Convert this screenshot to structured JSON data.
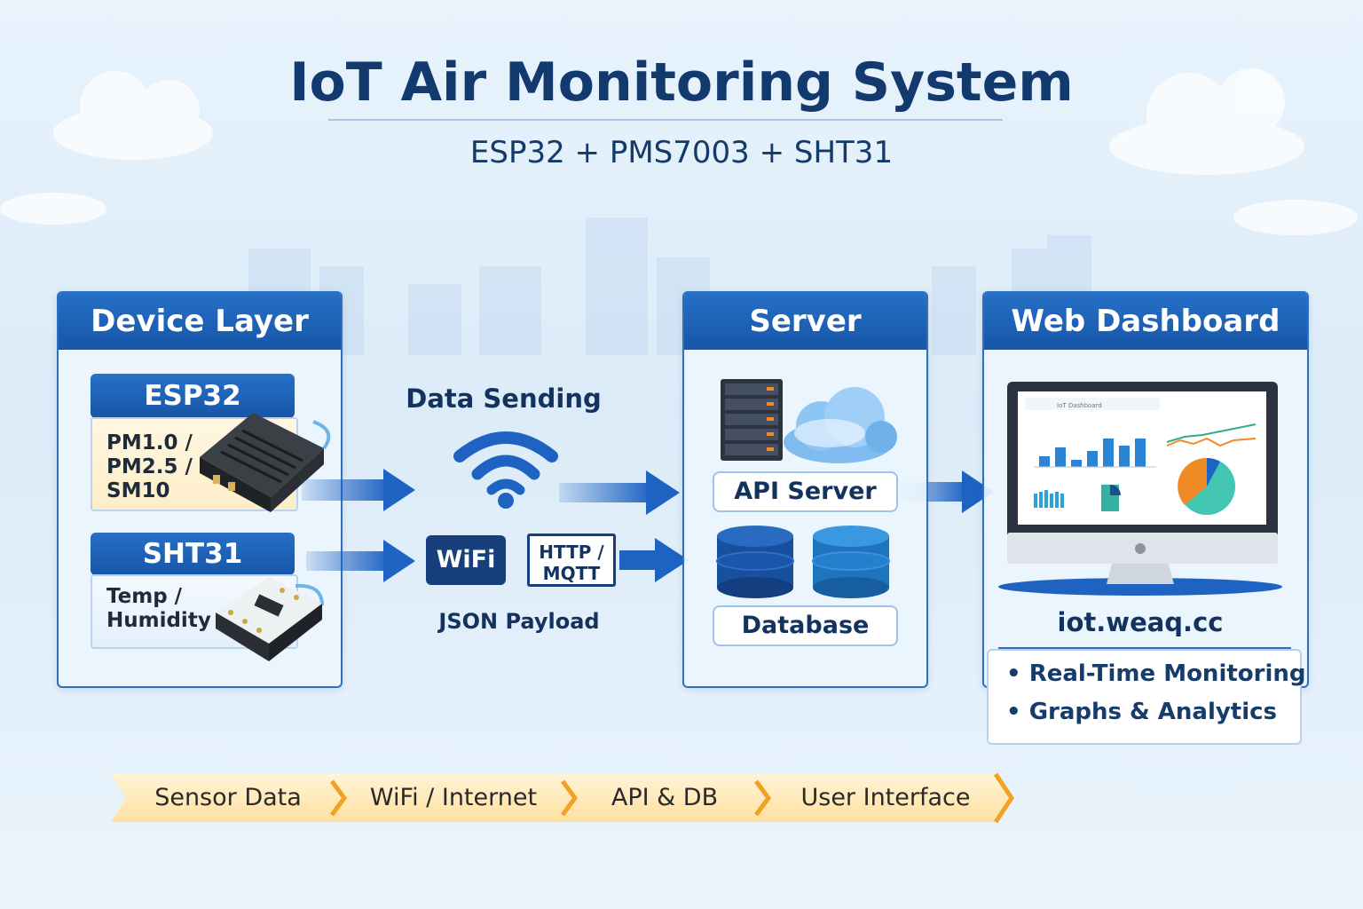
{
  "header": {
    "title": "IoT Air Monitoring System",
    "subtitle": "ESP32 + PMS7003 + SHT31"
  },
  "device_layer": {
    "title": "Device Layer",
    "esp32": {
      "label": "ESP32",
      "readings": [
        "PM1.0 /",
        "PM2.5 /",
        "SM10"
      ]
    },
    "sht31": {
      "label": "SHT31",
      "readings": [
        "Temp /",
        "Humidity"
      ]
    }
  },
  "transport": {
    "title": "Data Sending",
    "wifi_label": "WiFi",
    "protocol_lines": [
      "HTTP /",
      "MQTT"
    ],
    "payload_label": "JSON Payload"
  },
  "server": {
    "title": "Server",
    "api_label": "API  Server",
    "db_label": "Database"
  },
  "dashboard": {
    "title": "Web Dashboard",
    "screen_header": "IoT Dashboard",
    "url": "iot.weaq.cc",
    "features": [
      "Real-Time Monitoring",
      "Graphs & Analytics"
    ]
  },
  "flow": [
    "Sensor Data",
    "WiFi / Internet",
    "API & DB",
    "User Interface"
  ],
  "colors": {
    "primary": "#1d5fb3",
    "navy": "#123a6e",
    "flow": "#ffe0a0",
    "flow_arrow": "#f3a125"
  },
  "icons": [
    "wifi-signal-icon",
    "server-rack-icon",
    "cloud-icon",
    "database-icon",
    "monitor-icon",
    "sensor-module-icon"
  ]
}
